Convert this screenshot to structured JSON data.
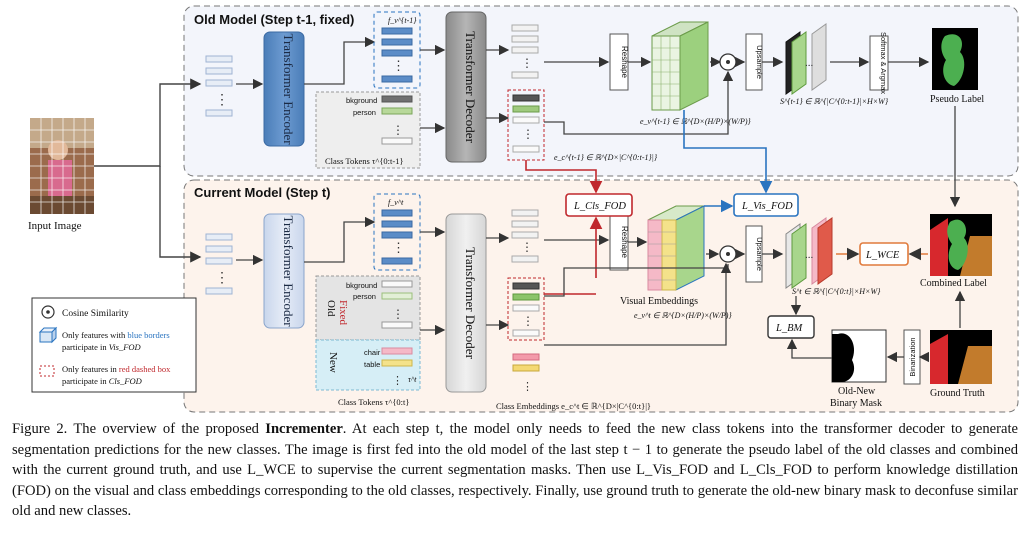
{
  "old_model": {
    "title": "Old Model (Step t-1, fixed)"
  },
  "current_model": {
    "title": "Current Model (Step t)"
  },
  "input": {
    "label": "Input Image"
  },
  "encoder": {
    "label": "Transformer Encoder"
  },
  "decoder": {
    "label": "Transformer Decoder"
  },
  "features_old": {
    "label": "f_v^{t-1}"
  },
  "features_new": {
    "label": "f_v^t"
  },
  "old_tokens": {
    "bkground": "bkground",
    "person": "person",
    "title": "Class Tokens τ^{0:t-1}"
  },
  "new_tokens": {
    "bkground": "bkground",
    "person": "person",
    "chair": "chair",
    "table": "table",
    "old_label": "Old",
    "fixed_label": "Fixed",
    "new_label": "New",
    "tau_label": "τ^t",
    "title": "Class Tokens τ^{0:t}"
  },
  "ops": {
    "reshape": "Reshape",
    "upsample": "Upsample",
    "softmax": "Softmax & Argmax",
    "binarization": "Binarization"
  },
  "math": {
    "ev_old": "e_v^{t-1} ∈ ℝ^{D×(H/P)×(W/P)}",
    "ec_old": "e_c^{t-1} ∈ ℝ^{D×|C^{0:t-1}|}",
    "s_old": "S^{t-1} ∈ ℝ^{|C^{0:t-1}|×H×W}",
    "s_new": "S^t ∈ ℝ^{|C^{0:t}|×H×W}",
    "ev_new": "e_v^t ∈ ℝ^{D×(H/P)×(W/P)}",
    "ec_new": "Class Embeddings e_c^t ∈ ℝ^{D×|C^{0:t}|}"
  },
  "losses": {
    "cls_fod": "L_Cls_FOD",
    "vis_fod": "L_Vis_FOD",
    "wce": "L_WCE",
    "bm": "L_BM"
  },
  "labels": {
    "visual_embeddings": "Visual Embeddings",
    "pseudo_label": "Pseudo Label",
    "combined_label": "Combined Label",
    "ground_truth": "Ground Truth",
    "old_new_mask_1": "Old-New",
    "old_new_mask_2": "Binary Mask"
  },
  "legend": {
    "cosine": "Cosine Similarity",
    "blue_a": "Only features with ",
    "blue_b": "blue borders",
    "blue_c": "participate in ",
    "blue_d": "Vis_FOD",
    "red_a": "Only features in ",
    "red_b": "red dashed box",
    "red_c": "participate in ",
    "red_d": "Cls_FOD"
  },
  "caption": {
    "prefix": "Figure 2. The overview of the proposed ",
    "bold": "Incrementer",
    "rest": ". At each step t, the model only needs to feed the new class tokens into the transformer decoder to generate segmentation predictions for the new classes. The image is first fed into the old model of the last step t − 1 to generate the pseudo label of the old classes and combined with the current ground truth, and use L_WCE to supervise the current segmentation masks. Then use L_Vis_FOD and L_Cls_FOD to perform knowledge distillation (FOD) on the visual and class embeddings corresponding to the old classes, respectively. Finally, use ground truth to generate the old-new binary mask to deconfuse similar old and new classes."
  },
  "colors": {
    "encoder": "#5b8cc7",
    "decoder": "#9e9e9e",
    "blue": "#2a74c0",
    "red": "#c0282d",
    "old_bg": "#f3f5fb",
    "new_bg": "#fdf3ec",
    "green": "#4caf50",
    "pink": "#f5b9c7"
  }
}
